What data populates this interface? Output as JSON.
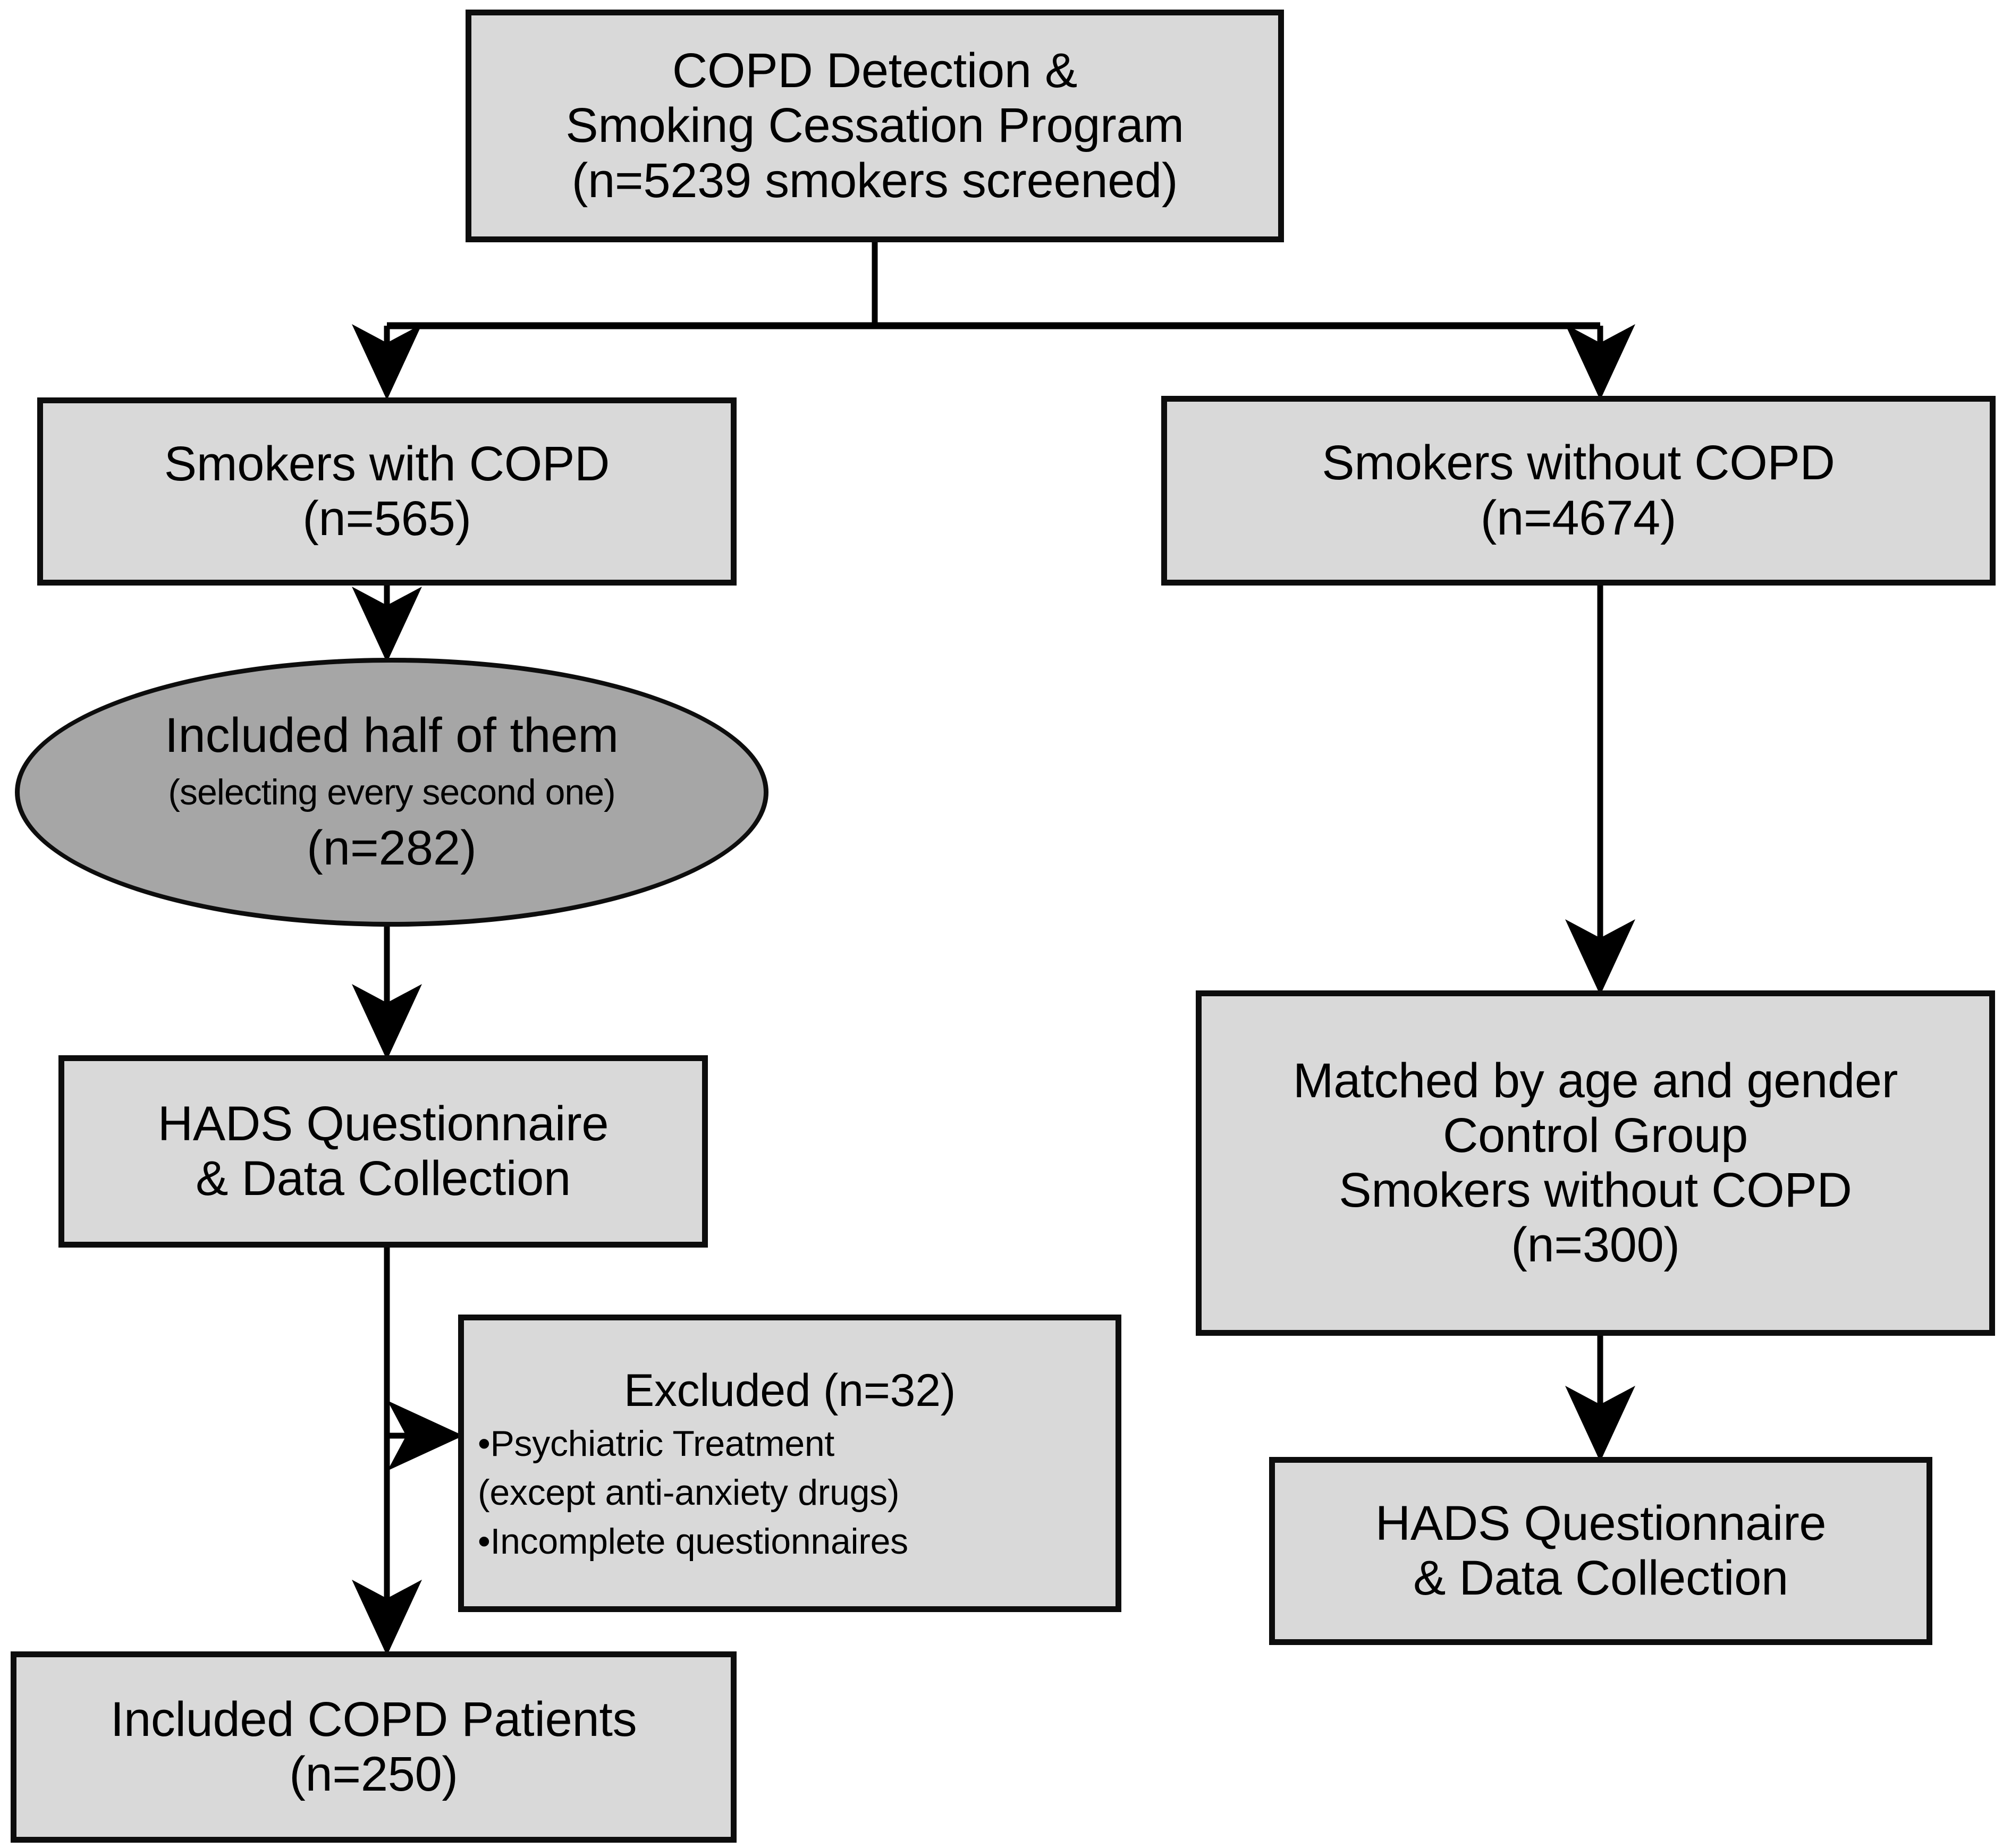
{
  "diagram": {
    "title": "COPD Detection & Smoking Cessation Program study flow diagram",
    "colors": {
      "box_fill": "#d9d9d9",
      "ellipse_fill": "#a6a6a6",
      "border": "#0d0d0d",
      "text": "#000000",
      "background": "#ffffff"
    }
  },
  "nodes": {
    "program": {
      "line1": "COPD Detection &",
      "line2": "Smoking Cessation Program",
      "line3": "(n=5239 smokers screened)"
    },
    "with_copd": {
      "line1": "Smokers with COPD",
      "line2": "(n=565)"
    },
    "without_copd": {
      "line1": "Smokers without COPD",
      "line2": "(n=4674)"
    },
    "included_half": {
      "line1": "Included half of them",
      "line2": "(selecting every second one)",
      "line3": "(n=282)"
    },
    "hads_left": {
      "line1": "HADS Questionnaire",
      "line2": "& Data Collection"
    },
    "matched_control": {
      "line1": "Matched by age and gender",
      "line2": "Control Group",
      "line3": "Smokers without COPD",
      "line4": "(n=300)"
    },
    "excluded": {
      "heading": "Excluded (n=32)",
      "bullet1": "•Psychiatric Treatment",
      "bullet1_note": "(except anti-anxiety drugs)",
      "bullet2": "•Incomplete questionnaires"
    },
    "included_patients": {
      "line1": "Included COPD Patients",
      "line2": "(n=250)"
    },
    "hads_right": {
      "line1": "HADS Questionnaire",
      "line2": "& Data Collection"
    }
  },
  "edges": [
    {
      "name": "program-to-split",
      "from": "program",
      "to": "split-bar"
    },
    {
      "name": "split-to-with-copd",
      "from": "split-bar",
      "to": "with_copd",
      "arrow": "down"
    },
    {
      "name": "split-to-without-copd",
      "from": "split-bar",
      "to": "without_copd",
      "arrow": "down"
    },
    {
      "name": "with-copd-to-included-half",
      "from": "with_copd",
      "to": "included_half",
      "arrow": "down"
    },
    {
      "name": "included-half-to-hads-left",
      "from": "included_half",
      "to": "hads_left",
      "arrow": "down"
    },
    {
      "name": "hads-left-to-excluded",
      "from": "hads_left",
      "to": "excluded",
      "arrow": "right"
    },
    {
      "name": "hads-left-to-included-patients",
      "from": "hads_left",
      "to": "included_patients",
      "arrow": "down"
    },
    {
      "name": "without-copd-to-matched",
      "from": "without_copd",
      "to": "matched_control",
      "arrow": "down"
    },
    {
      "name": "matched-to-hads-right",
      "from": "matched_control",
      "to": "hads_right",
      "arrow": "down"
    }
  ]
}
